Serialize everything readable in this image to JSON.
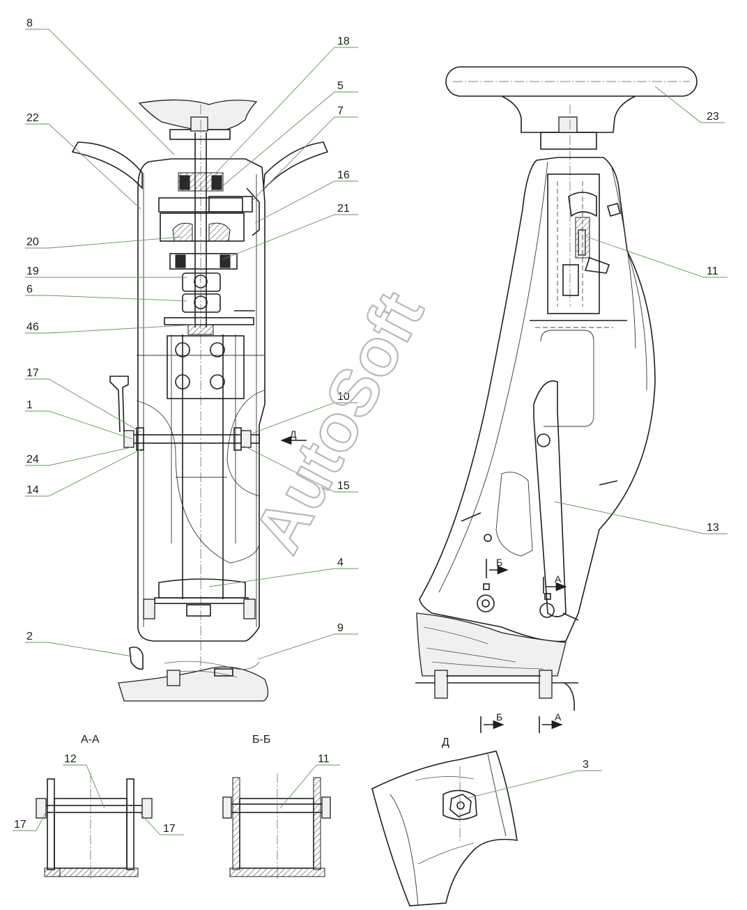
{
  "watermark": "AutoSoft",
  "labels": {
    "l8": "8",
    "l18": "18",
    "l5": "5",
    "l7": "7",
    "l22": "22",
    "l16": "16",
    "l21": "21",
    "l20": "20",
    "l19": "19",
    "l6": "6",
    "l46": "46",
    "l17a": "17",
    "l1": "1",
    "l10": "10",
    "l24": "24",
    "l15": "15",
    "l14": "14",
    "l4": "4",
    "l2": "2",
    "l9": "9",
    "l23": "23",
    "l11a": "11",
    "l13": "13",
    "l12": "12",
    "l17b": "17",
    "l17c": "17",
    "l11b": "11",
    "l3": "3"
  },
  "section_titles": {
    "aa": "А-А",
    "bb": "Б-Б",
    "d": "Д"
  },
  "view_marks": {
    "d_arrow": "Д",
    "b_mark": "Б",
    "a_mark": "А",
    "b_bottom": "Б",
    "a_bottom": "А"
  }
}
